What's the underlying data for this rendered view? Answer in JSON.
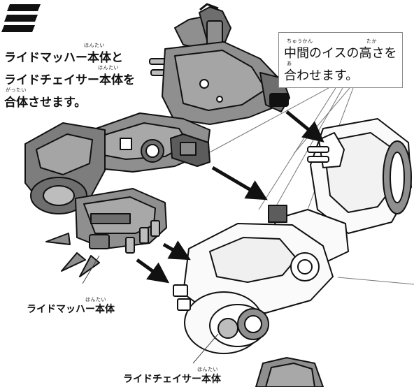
{
  "intro": {
    "line1": "ライドマッハー本体と",
    "line1_ruby": "ほんたい",
    "line2": "ライドチェイサー本体を",
    "line2_ruby": "ほんたい",
    "line3": "合体させます。",
    "line3_ruby": "がったい"
  },
  "callout": {
    "line1": "中間のイスの高さを",
    "line1_ruby_a": "ちゅうかん",
    "line1_ruby_b": "たか",
    "line2": "合わせます。",
    "line2_ruby": "あ"
  },
  "label_machine1": {
    "text": "ライドマッハー本体",
    "ruby": "ほんたい"
  },
  "label_machine2": {
    "text": "ライドチェイサー本体",
    "ruby": "ほんたい"
  },
  "colors": {
    "part_gray": "#8f8f8f",
    "part_dark": "#5c5c5c",
    "outline": "#111111",
    "arrow": "#111111"
  }
}
